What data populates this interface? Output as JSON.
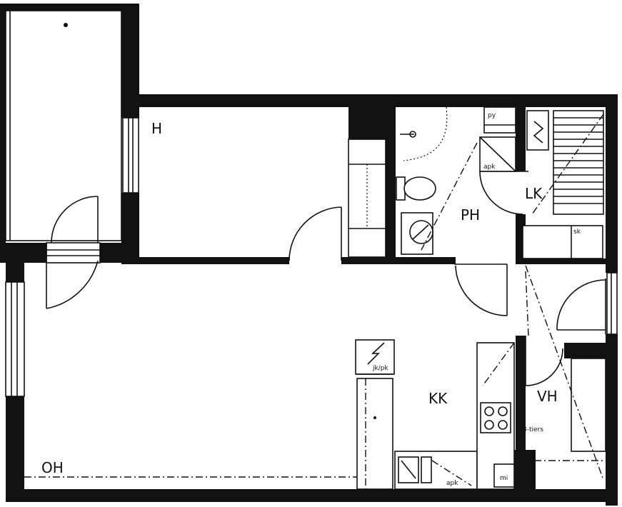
{
  "rooms": {
    "h": "H",
    "ph": "PH",
    "kk": "KK",
    "vh": "VH",
    "oh": "OH",
    "lk": "LK"
  },
  "fixtures": {
    "py": "py",
    "apk_bath": "apk",
    "sk": "sk",
    "apk_kitchen": "apk",
    "mi": "mi",
    "jk_pk": "jk/pk",
    "tiers": "3-tiers"
  },
  "colors": {
    "ink": "#111111",
    "paper": "#ffffff"
  }
}
